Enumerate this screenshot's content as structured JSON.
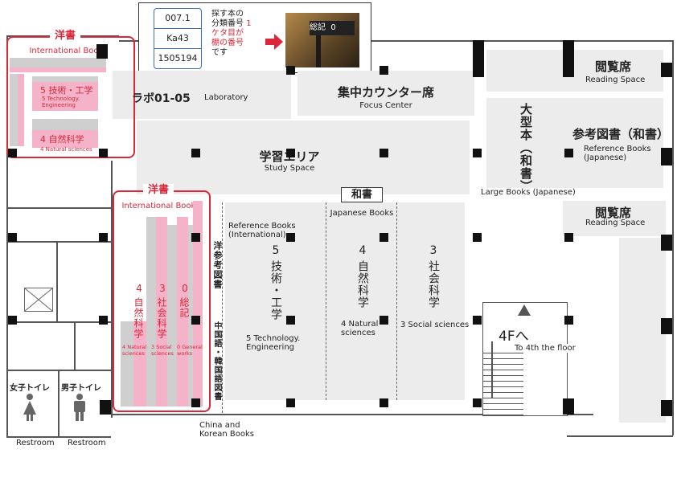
{
  "legend": {
    "call_number": [
      "007.1",
      "Ka43",
      "1505194"
    ],
    "caption_lines": [
      "探す本の",
      "分類番号",
      "1",
      "ケタ目が",
      "棚の番号",
      "です"
    ],
    "sign_text": [
      "総",
      "記",
      "0"
    ]
  },
  "areas": {
    "laboratory": {
      "jp": "ラボ01-05",
      "en": "Laboratory"
    },
    "focus_center": {
      "jp": "集中カウンター席",
      "en": "Focus Center"
    },
    "study_space": {
      "jp": "学習エリア",
      "en": "Study Space"
    },
    "reading_space_1": {
      "jp": "閲覧席",
      "en": "Reading Space"
    },
    "reading_space_2": {
      "jp": "閲覧席",
      "en": "Reading Space"
    },
    "large_books": {
      "jp": "大型本（和書）",
      "en": "Large Books (Japanese)"
    },
    "reference_japanese": {
      "jp": "参考図書（和書）",
      "en": "Reference Books (Japanese)"
    },
    "japanese_books_tag": {
      "jp": "和書",
      "en": "Japanese Books"
    },
    "reference_international": {
      "jp": "洋参考図書",
      "en": "Reference Books (International)"
    },
    "china_korean": {
      "jp": "中国語・韓国語図書",
      "en": "China and Korean Books"
    },
    "section_5": {
      "num": "5",
      "jp": "技術・工学",
      "en": "5 Technology. Engineering"
    },
    "section_4": {
      "num": "4",
      "jp": "自然科学",
      "en": "4 Natural sciences"
    },
    "section_3": {
      "num": "3",
      "jp": "社会科学",
      "en": "3 Social sciences"
    },
    "stairs": {
      "jp": "4Fへ",
      "en": "To 4th the floor"
    },
    "womens_restroom": {
      "jp": "女子トイレ",
      "en": "Restroom"
    },
    "mens_restroom": {
      "jp": "男子トイレ",
      "en": "Restroom"
    }
  },
  "intl_upper": {
    "tag": "洋書",
    "en": "International Books",
    "row5_jp": "5 技術・工学",
    "row5_en": "5 Technology. Engineering",
    "row4_jp": "4 自然科学",
    "row4_en": "4 Natural sciences"
  },
  "intl_lower": {
    "tag": "洋書",
    "en": "International Books",
    "col4": {
      "num": "4",
      "jp": "自然科学",
      "en": "4 Natural sciences"
    },
    "col3": {
      "num": "3",
      "jp": "社会科学",
      "en": "3 Social sciences"
    },
    "col0": {
      "num": "0",
      "jp": "総記",
      "en": "0 General works"
    }
  },
  "colors": {
    "accent_red": "#d8283a",
    "shelf_pink": "#f4b3c8",
    "floor_gray": "#ececec"
  }
}
